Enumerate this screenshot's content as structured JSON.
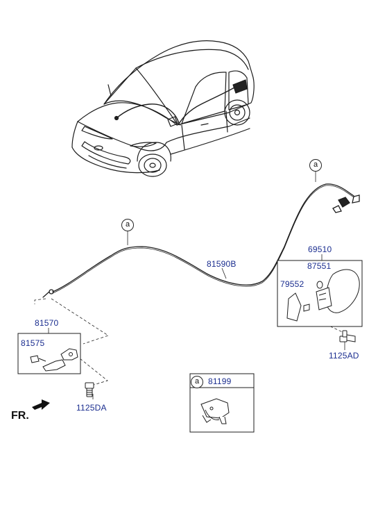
{
  "parts": {
    "cable": "81590B",
    "lever_assembly": "81570",
    "lever": "81575",
    "lever_bolt": "1125DA",
    "fuel_door_assembly": "69510",
    "bumper": "87551",
    "catch": "79552",
    "door_bolt": "1125AD",
    "clip": "81199"
  },
  "callouts": {
    "a_top": "a",
    "a_cable": "a",
    "a_box": "a"
  },
  "front_label": "FR."
}
